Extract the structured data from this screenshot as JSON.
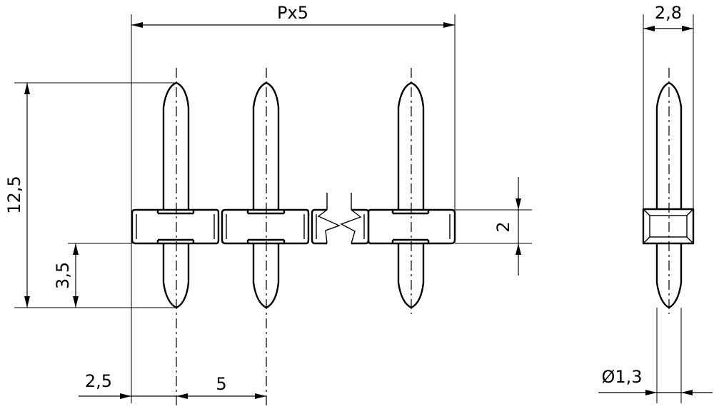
{
  "dimensions": {
    "total_width": "Px5",
    "side_width": "2,8",
    "height": "12,5",
    "lower_length": "3,5",
    "offset": "2,5",
    "pitch": "5",
    "body_height": "2",
    "diameter": "Ø1,3"
  }
}
